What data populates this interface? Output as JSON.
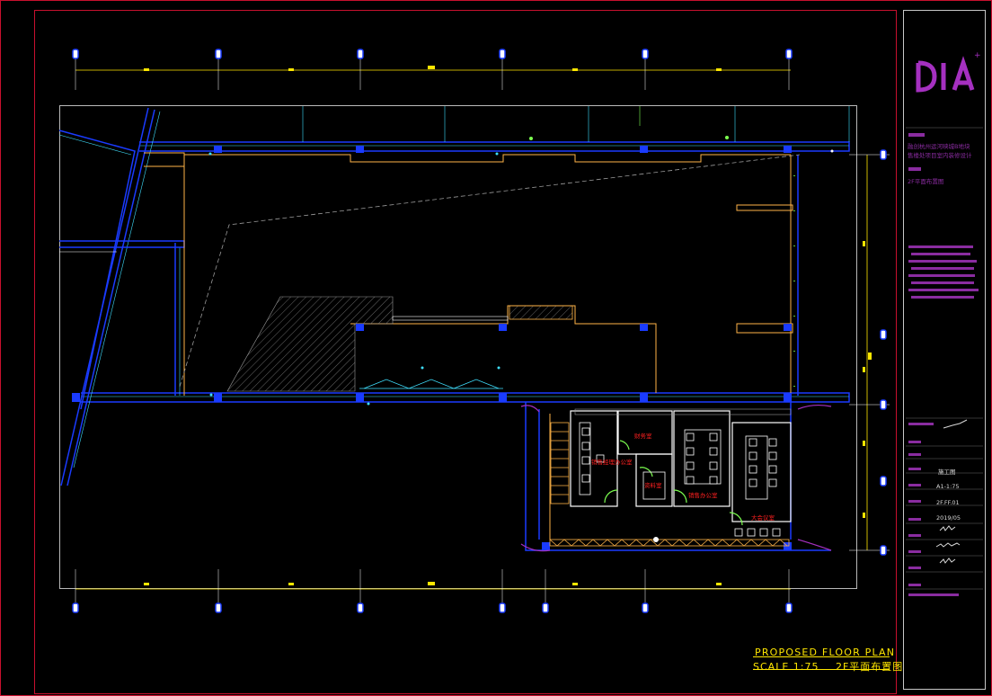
{
  "drawing": {
    "title": "PROPOSED FLOOR PLAN",
    "scale_label": "SCALE 1:75",
    "title_cn": "2F平面布置图"
  },
  "title_block": {
    "logo": "DIA",
    "project_lines": [
      "融创杭州运河映城B地块",
      "售楼处项目室内装修设计"
    ],
    "drawing_name": "2F平面布置图",
    "designer_value": "施工图",
    "scale_value": "A1-1:75",
    "drawing_no": "2F.FF.01",
    "date": "2019/05"
  },
  "rooms": [
    {
      "label": "销售经理办公室"
    },
    {
      "label": "财务室"
    },
    {
      "label": "资料室"
    },
    {
      "label": "销售办公室"
    },
    {
      "label": "大会议室"
    }
  ],
  "colors": {
    "background": "#000000",
    "border": "#c8102e",
    "wall_blue": "#1a3bff",
    "wall_cyan": "#3fe0ff",
    "yellow": "#ffe600",
    "orange": "#ffb347",
    "white": "#ffffff",
    "magenta": "#a530c0",
    "green": "#7cff4f",
    "red_text": "#ff2020"
  }
}
